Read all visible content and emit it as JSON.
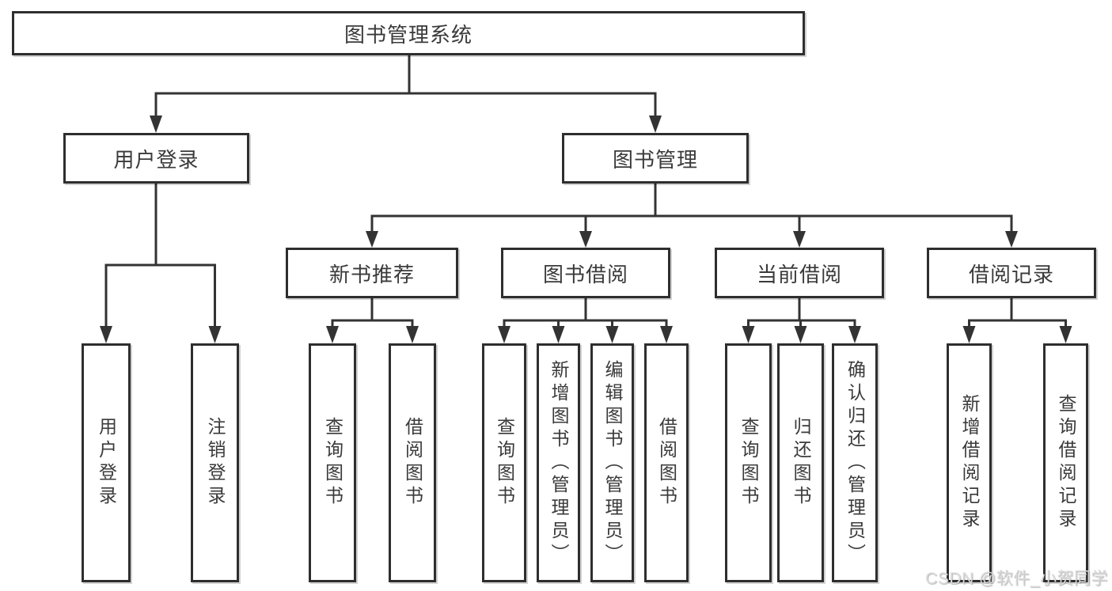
{
  "diagram": {
    "root": {
      "label": "图书管理系统"
    },
    "level2": [
      {
        "label": "用户登录"
      },
      {
        "label": "图书管理"
      }
    ],
    "level3": [
      {
        "label": "新书推荐"
      },
      {
        "label": "图书借阅"
      },
      {
        "label": "当前借阅"
      },
      {
        "label": "借阅记录"
      }
    ],
    "leaves": {
      "user_login": [
        "用户登录",
        "注销登录"
      ],
      "new_book": [
        "查询图书",
        "借阅图书"
      ],
      "book_borrow": [
        "查询图书",
        "新增图书（管理员）",
        "编辑图书（管理员）",
        "借阅图书"
      ],
      "current_borrow": [
        "查询图书",
        "归还图书",
        "确认归还（管理员）"
      ],
      "borrow_records": [
        "新增借阅记录",
        "查询借阅记录"
      ]
    }
  },
  "watermark": {
    "text": "CSDN @软件_小贺同学"
  },
  "colors": {
    "background": "#ffffff",
    "line": "#333333",
    "box_border": "#2e2e2e",
    "text": "#3a3a3a",
    "watermark": "#d9d9d9"
  }
}
